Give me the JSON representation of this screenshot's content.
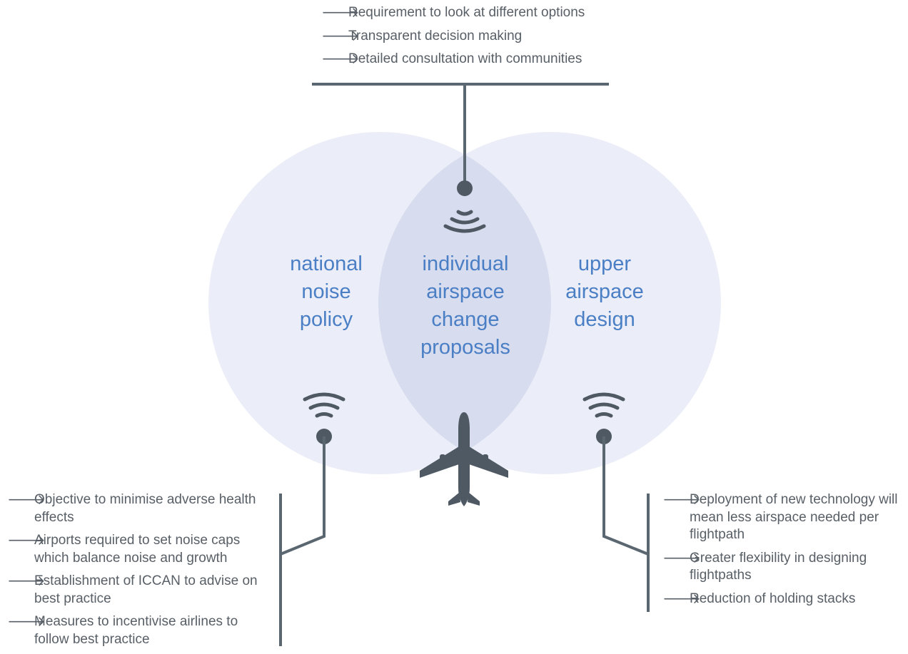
{
  "colors": {
    "circle": "#ebeef8",
    "overlap": "#d7dcee",
    "line": "#5a6670",
    "icon": "#4f5963",
    "label": "#4a7ec5",
    "text": "#585f66"
  },
  "icons": {
    "arrow": "right-arrow-icon",
    "signal": "signal-waves-icon",
    "pin": "pin-dot-icon",
    "plane": "airplane-icon"
  },
  "arrow_glyph": "🡒",
  "circles": {
    "left": {
      "lines": [
        "national",
        "noise",
        "policy"
      ]
    },
    "center": {
      "lines": [
        "individual",
        "airspace",
        "change",
        "proposals"
      ]
    },
    "right": {
      "lines": [
        "upper",
        "airspace",
        "design"
      ]
    }
  },
  "lists": {
    "top": [
      "Requirement to look at different options",
      "Transparent decision making",
      "Detailed consultation with communities"
    ],
    "left": [
      "Objective to minimise adverse health effects",
      "Airports required to set noise caps which balance noise and growth",
      "Establishment of ICCAN to advise on best practice",
      "Measures to incentivise airlines to follow best practice"
    ],
    "right": [
      "Deployment of new technology will mean less airspace needed per flightpath",
      "Greater flexibility in designing flightpaths",
      "Reduction of holding stacks"
    ]
  }
}
